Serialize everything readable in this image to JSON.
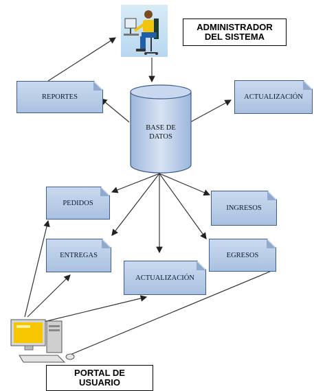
{
  "admin": {
    "label": "ADMINISTRADOR\nDEL SISTEMA",
    "icon": "user-at-computer-icon"
  },
  "database": {
    "label": "BASE DE\nDATOS"
  },
  "docs": {
    "reportes": "REPORTES",
    "actualizacion_top": "ACTUALIZACIÓN",
    "pedidos": "PEDIDOS",
    "ingresos": "INGRESOS",
    "entregas": "ENTREGAS",
    "egresos": "EGRESOS",
    "actualizacion_bottom": "ACTUALIZACIÓN"
  },
  "portal": {
    "label": "PORTAL DE\nUSUARIO",
    "icon": "desktop-computer-icon"
  },
  "colors": {
    "doc_fill": "#b7cbe6",
    "doc_border": "#3b5c8c",
    "db_fill": "#c7d6ee"
  }
}
